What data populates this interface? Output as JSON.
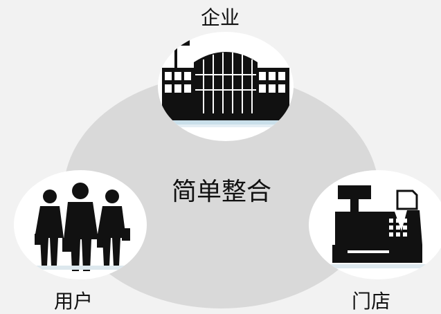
{
  "center": {
    "label": "简单整合"
  },
  "nodes": {
    "enterprise": {
      "label": "企业",
      "icon": "building-icon"
    },
    "users": {
      "label": "用户",
      "icon": "shoppers-icon"
    },
    "stores": {
      "label": "门店",
      "icon": "cash-register-icon"
    }
  },
  "colors": {
    "background": "#f2f2f2",
    "hub": "#d9d9d9",
    "node": "#ffffff",
    "icon": "#111111"
  }
}
